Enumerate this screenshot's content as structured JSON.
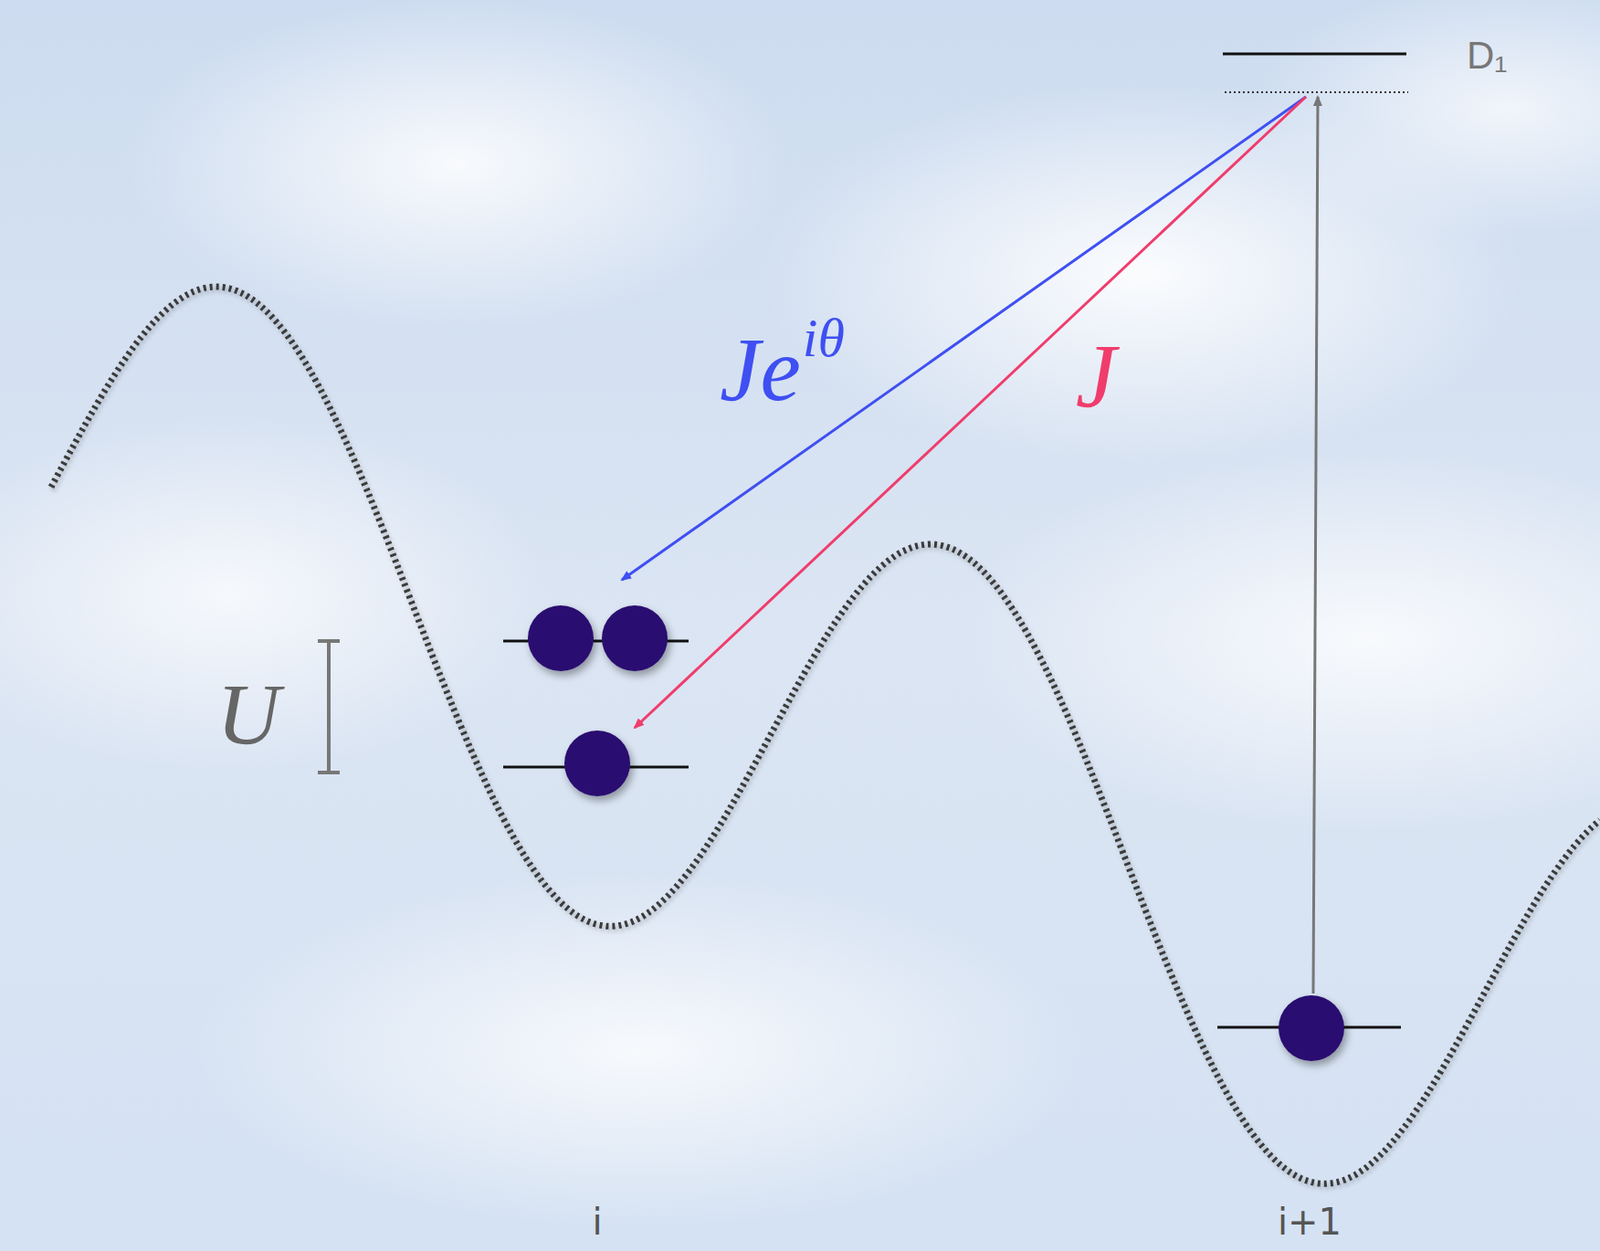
{
  "diagram": {
    "labels": [
      "D₁",
      "Je",
      "iθ",
      "J",
      "U",
      "i",
      "i+1"
    ]
  }
}
